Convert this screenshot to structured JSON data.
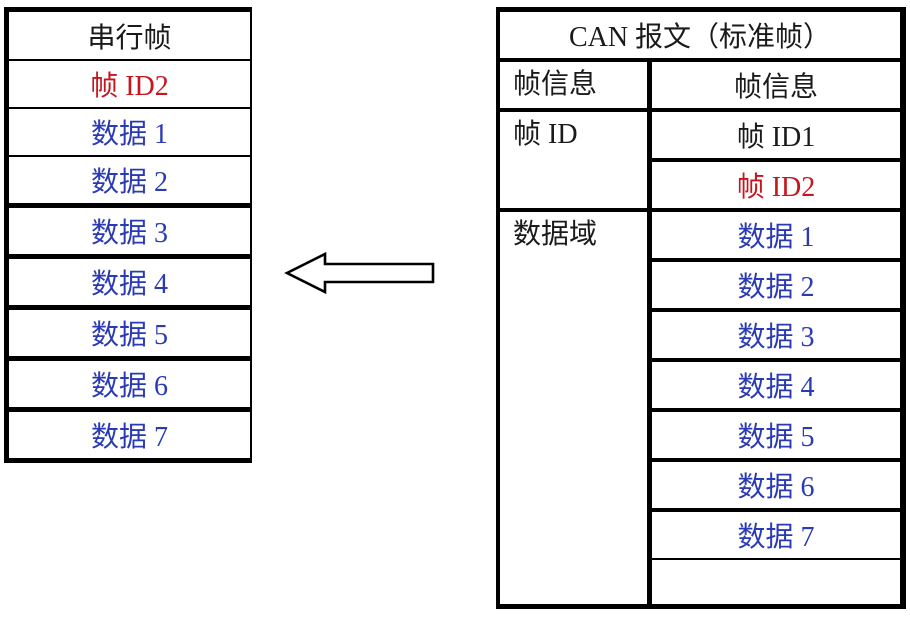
{
  "colors": {
    "red": "#c8141e",
    "blue": "#2a3ab5",
    "black": "#1a1a1a"
  },
  "left_table": {
    "title": "串行帧",
    "rows": [
      {
        "text": "帧 ID2",
        "color": "red",
        "sep": "thin"
      },
      {
        "text": "数据 1",
        "color": "blue",
        "sep": "thin"
      },
      {
        "text": "数据 2",
        "color": "blue",
        "sep": "thick"
      },
      {
        "text": "数据 3",
        "color": "blue",
        "sep": "thick"
      },
      {
        "text": "数据 4",
        "color": "blue",
        "sep": "thick"
      },
      {
        "text": "数据 5",
        "color": "blue",
        "sep": "thick"
      },
      {
        "text": "数据 6",
        "color": "blue",
        "sep": "thick"
      },
      {
        "text": "数据 7",
        "color": "blue",
        "sep": "none"
      }
    ]
  },
  "arrow": {
    "direction": "left",
    "style": "hollow block arrow"
  },
  "right_table": {
    "title": "CAN 报文（标准帧）",
    "groups": [
      {
        "label": "帧信息",
        "cells": [
          {
            "text": "帧信息",
            "color": "black",
            "sep": "none"
          }
        ]
      },
      {
        "label": "帧 ID",
        "cells": [
          {
            "text": "帧 ID1",
            "color": "black",
            "sep": "thick"
          },
          {
            "text": "帧 ID2",
            "color": "red",
            "sep": "none"
          }
        ]
      },
      {
        "label": "数据域",
        "cells": [
          {
            "text": "数据 1",
            "color": "blue",
            "sep": "thick"
          },
          {
            "text": "数据 2",
            "color": "blue",
            "sep": "thick"
          },
          {
            "text": "数据 3",
            "color": "blue",
            "sep": "thick"
          },
          {
            "text": "数据 4",
            "color": "blue",
            "sep": "thick"
          },
          {
            "text": "数据 5",
            "color": "blue",
            "sep": "thick"
          },
          {
            "text": "数据 6",
            "color": "blue",
            "sep": "thick"
          },
          {
            "text": "数据 7",
            "color": "blue",
            "sep": "thin"
          },
          {
            "text": "",
            "color": "black",
            "sep": "none",
            "empty": true
          }
        ]
      }
    ]
  }
}
